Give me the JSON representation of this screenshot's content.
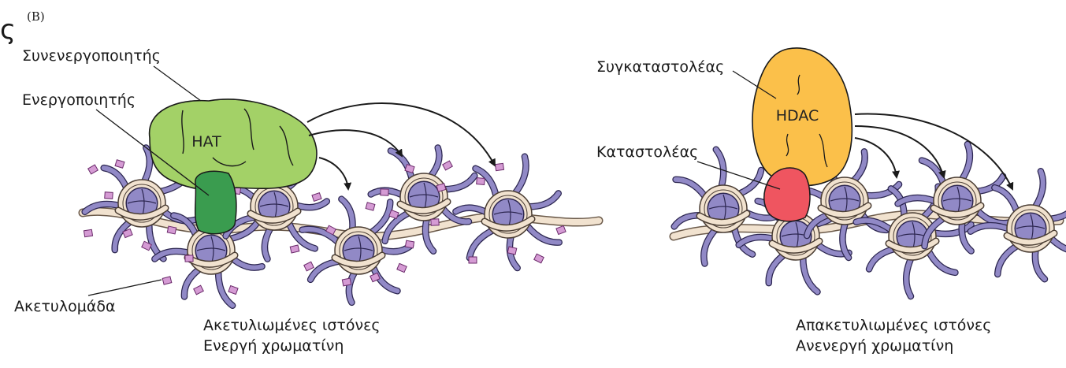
{
  "panel_label": "(B)",
  "cut_glyph": "ς",
  "left": {
    "coactivator": "Συνενεργοποιητής",
    "activator": "Ενεργοποιητής",
    "enzyme": "HAT",
    "acetyl_group": "Ακετυλομάδα",
    "caption_line1": "Ακετυλιωμένες ιστόνες",
    "caption_line2": "Ενεργή χρωματίνη"
  },
  "right": {
    "corepressor": "Συγκαταστολέας",
    "repressor": "Καταστολέας",
    "enzyme": "HDAC",
    "caption_line1": "Απακετυλιωμένες ιστόνες",
    "caption_line2": "Ανενεργή χρωματίνη"
  },
  "colors": {
    "hat": "#a3d167",
    "activator": "#3a9c4f",
    "hdac": "#fbc04a",
    "repressor": "#ef5560",
    "histone": "#9189c6",
    "dna": "#f1e2cf",
    "acetyl": "#d59bd4"
  }
}
